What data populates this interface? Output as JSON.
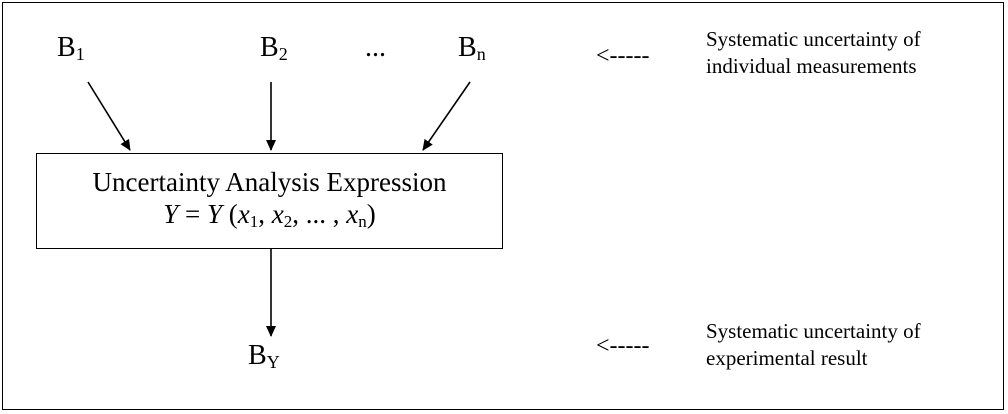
{
  "inputs": [
    {
      "letter": "B",
      "sub": "1"
    },
    {
      "letter": "B",
      "sub": "2"
    },
    {
      "letter": "B",
      "sub": "n"
    }
  ],
  "ellipsis": "...",
  "box": {
    "title": "Uncertainty Analysis Expression",
    "y": "Y",
    "eq": "=",
    "fn": "Y",
    "x": "x",
    "sub1": "1",
    "sub2": "2",
    "subn": "n",
    "middle": "..."
  },
  "output": {
    "letter": "B",
    "sub": "Y"
  },
  "annotations": [
    {
      "arrow": "<-----",
      "line1": "Systematic uncertainty of",
      "line2": "individual measurements"
    },
    {
      "arrow": "<-----",
      "line1": "Systematic uncertainty of",
      "line2": "experimental result"
    }
  ]
}
